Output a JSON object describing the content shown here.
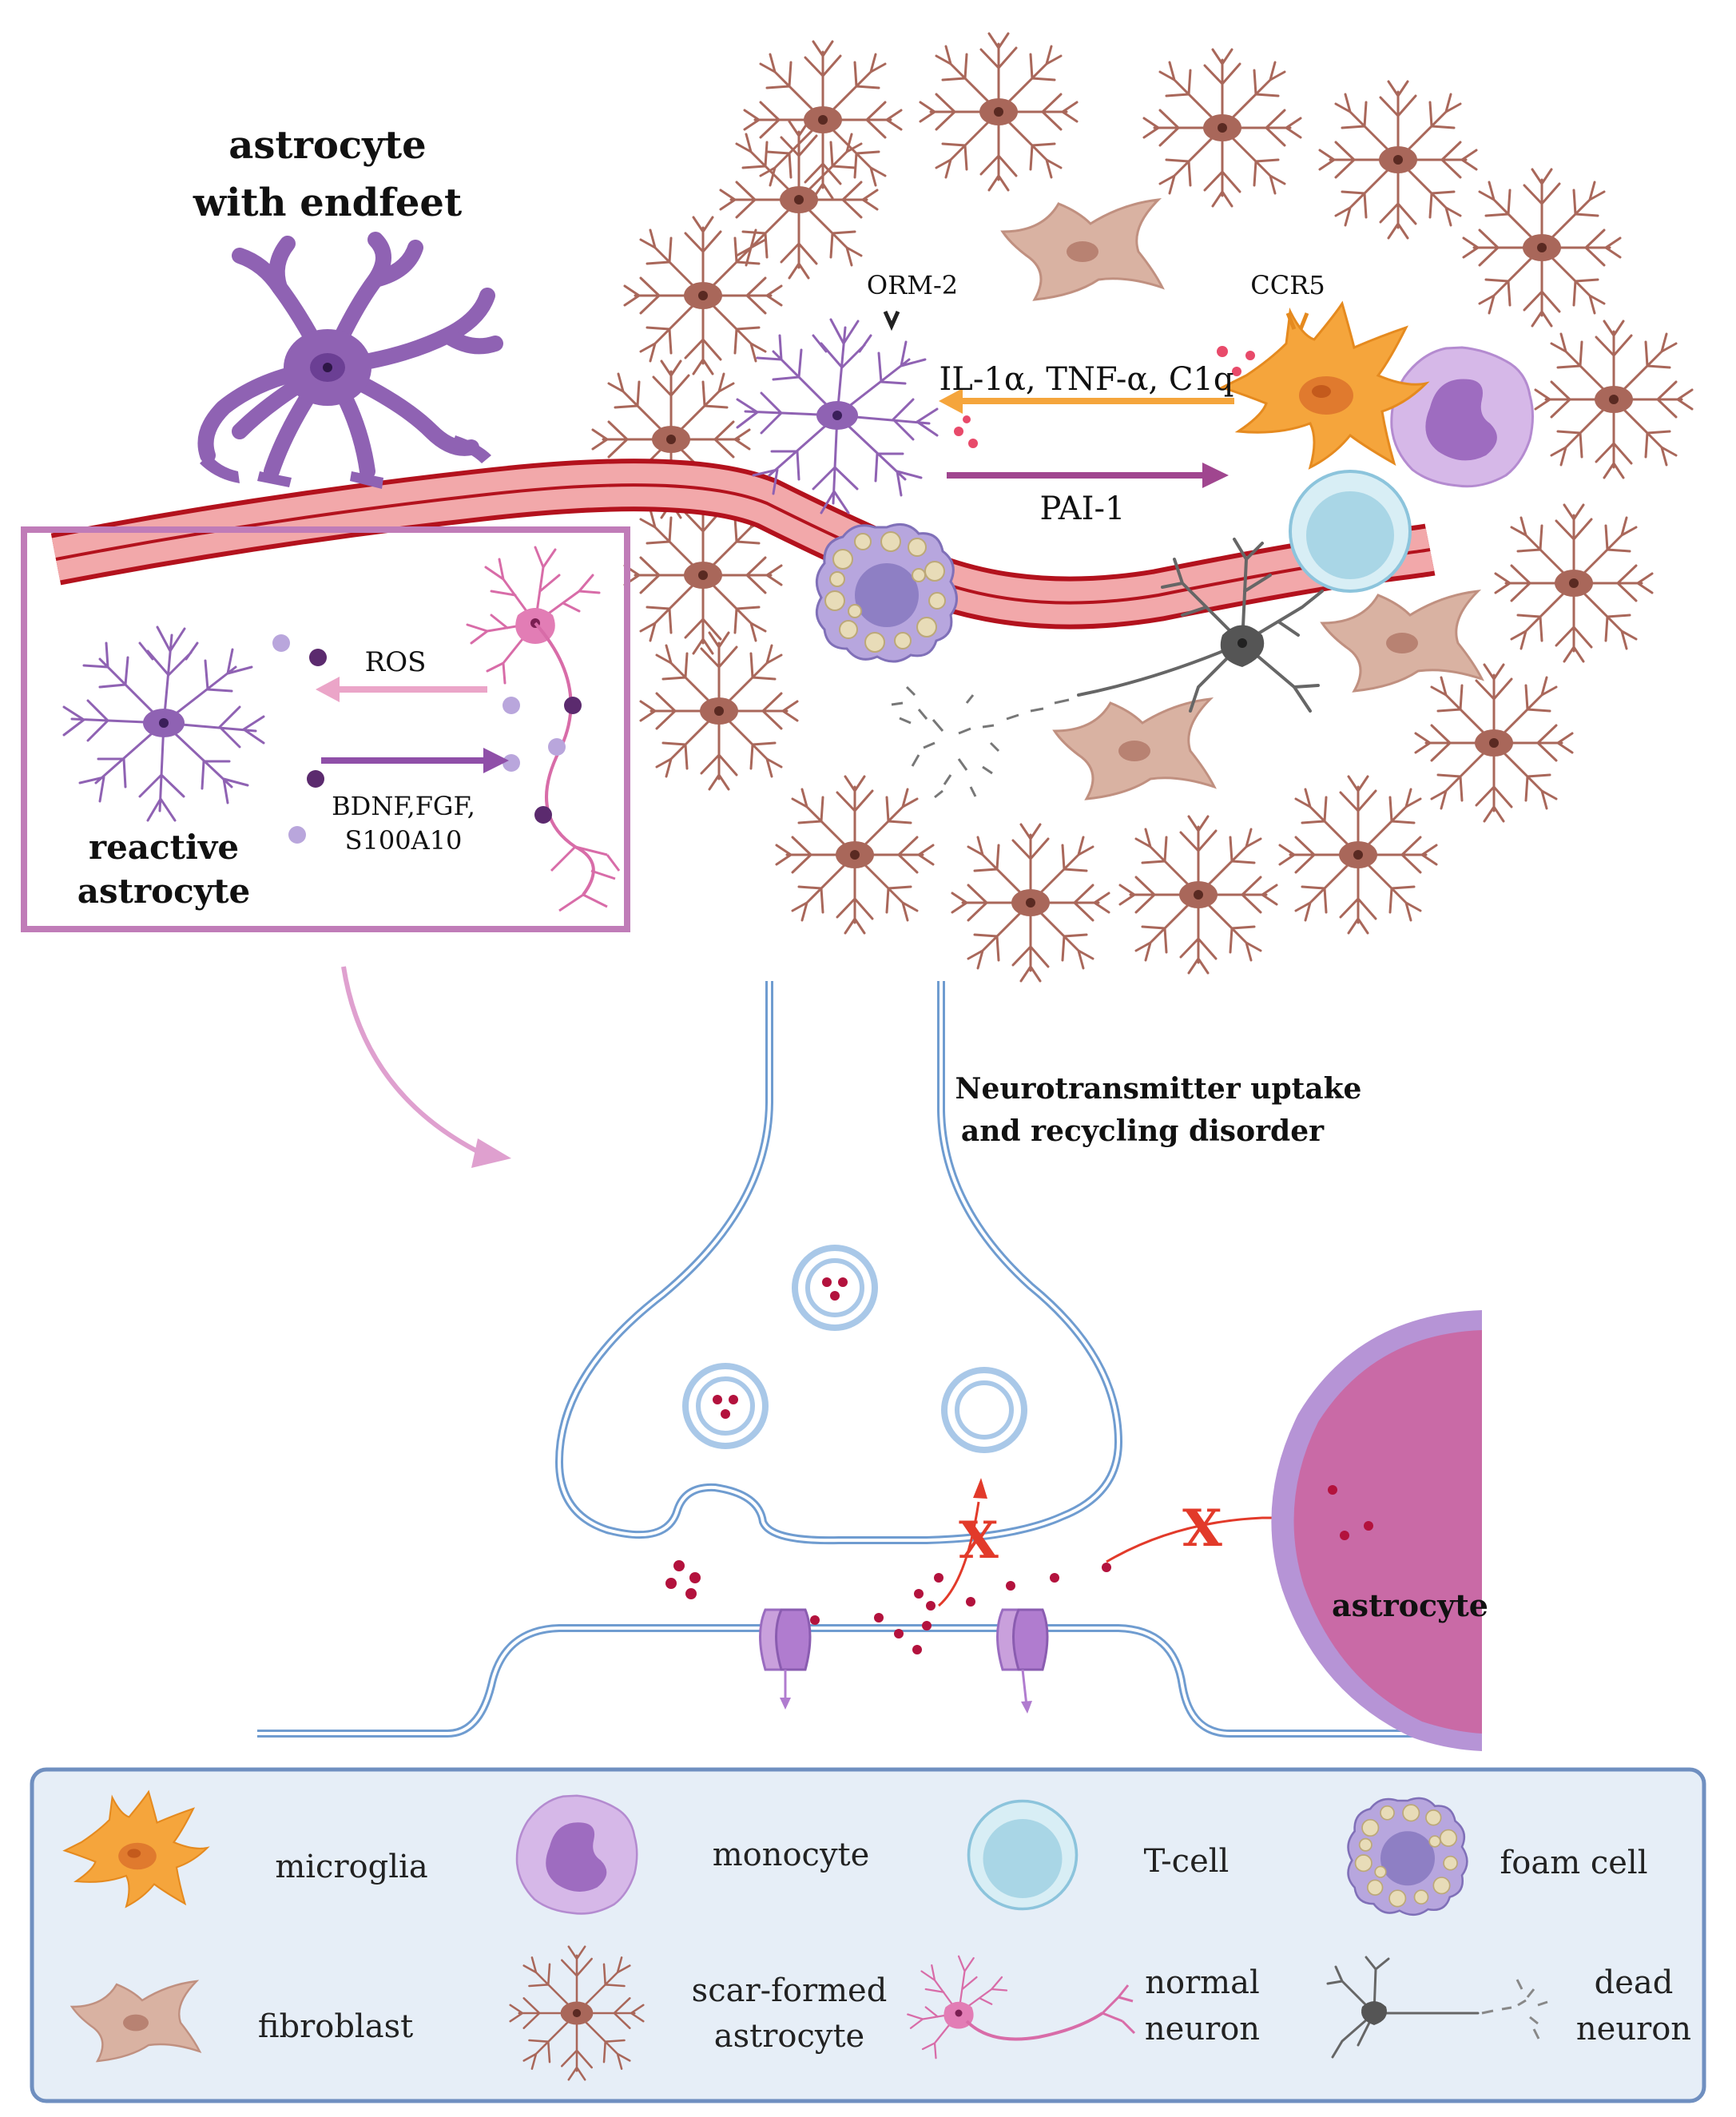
{
  "labels": {
    "astro_endfeet": [
      "astrocyte",
      "with endfeet"
    ],
    "orm2": "ORM-2",
    "ccr5": "CCR5",
    "il_tnf": "IL-1α, TNF-α, C1q",
    "pai1": "PAI-1",
    "ros": "ROS",
    "bdnf": [
      "BDNF,FGF,",
      "S100A10"
    ],
    "reactive": [
      "reactive",
      "astrocyte"
    ],
    "neurotransmitter": [
      "Neurotransmitter uptake",
      "and recycling disorder"
    ],
    "astrocyte_small": "astrocyte",
    "x_mark": "X"
  },
  "legend": {
    "microglia": "microglia",
    "monocyte": "monocyte",
    "tcell": "T-cell",
    "foam": "foam cell",
    "fibroblast": "fibroblast",
    "scar": [
      "scar-formed",
      "astrocyte"
    ],
    "normal": [
      "normal",
      "neuron"
    ],
    "dead": [
      "dead",
      "neuron"
    ]
  },
  "colors": {
    "scar_astrocyte": "#a9675a",
    "reactive_astrocyte": "#8f62b3",
    "microglia": "#f5a53c",
    "monocyte": "#c49ad8",
    "tcell": "#a9d6e6",
    "foam": "#8e7fc4",
    "fibroblast": "#d9b2a2",
    "neuron_normal": "#d86ca8",
    "neuron_dead": "#666666",
    "vessel": "#b3121d",
    "membrane": "#6f9cd0",
    "astrocyte_body": "#c96aa6",
    "legend_bg": "#e6eef7",
    "legend_border": "#6f8fc0",
    "box_border": "#c07cb8"
  }
}
